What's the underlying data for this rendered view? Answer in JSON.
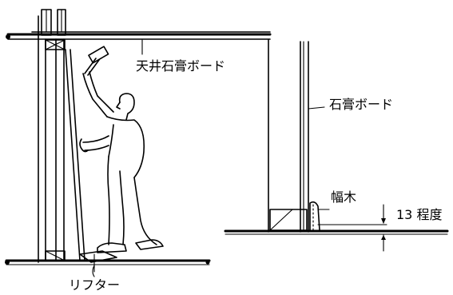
{
  "labels": {
    "ceiling_board": "天井石膏ボード",
    "gypsum_board": "石膏ボード",
    "baseboard": "幅木",
    "gap": "13 程度",
    "lifter": "リフター"
  }
}
